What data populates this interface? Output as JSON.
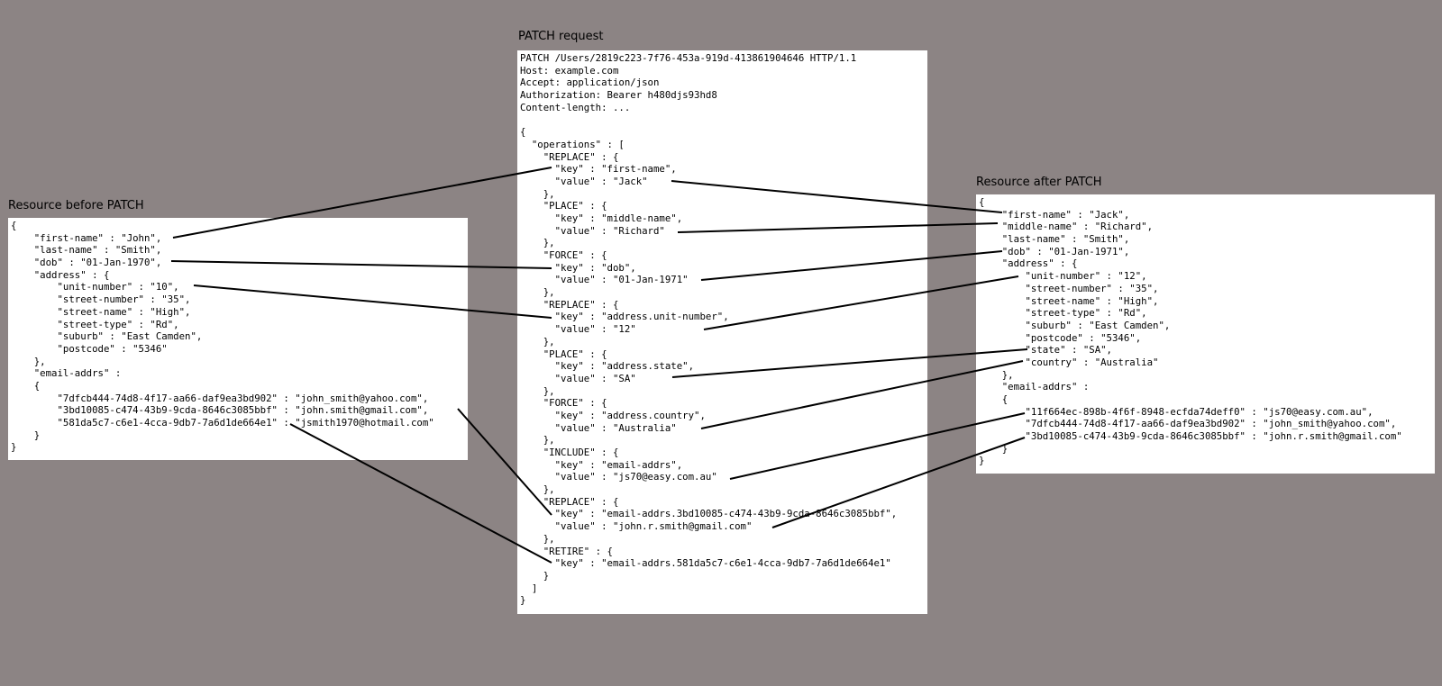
{
  "panels": {
    "before": {
      "title": "Resource before PATCH",
      "lines": [
        "{",
        "    \"first-name\" : \"John\",",
        "    \"last-name\" : \"Smith\",",
        "    \"dob\" : \"01-Jan-1970\",",
        "    \"address\" : {",
        "        \"unit-number\" : \"10\",",
        "        \"street-number\" : \"35\",",
        "        \"street-name\" : \"High\",",
        "        \"street-type\" : \"Rd\",",
        "        \"suburb\" : \"East Camden\",",
        "        \"postcode\" : \"5346\"",
        "    },",
        "    \"email-addrs\" :",
        "    {",
        "        \"7dfcb444-74d8-4f17-aa66-daf9ea3bd902\" : \"john_smith@yahoo.com\",",
        "        \"3bd10085-c474-43b9-9cda-8646c3085bbf\" : \"john.smith@gmail.com\",",
        "        \"581da5c7-c6e1-4cca-9db7-7a6d1de664e1\" : \"jsmith1970@hotmail.com\"",
        "    }",
        "}"
      ]
    },
    "patch": {
      "title": "PATCH request",
      "lines": [
        "PATCH /Users/2819c223-7f76-453a-919d-413861904646 HTTP/1.1",
        "Host: example.com",
        "Accept: application/json",
        "Authorization: Bearer h480djs93hd8",
        "Content-length: ...",
        "",
        "{",
        "  \"operations\" : [",
        "    \"REPLACE\" : {",
        "      \"key\" : \"first-name\",",
        "      \"value\" : \"Jack\"",
        "    },",
        "    \"PLACE\" : {",
        "      \"key\" : \"middle-name\",",
        "      \"value\" : \"Richard\"",
        "    },",
        "    \"FORCE\" : {",
        "      \"key\" : \"dob\",",
        "      \"value\" : \"01-Jan-1971\"",
        "    },",
        "    \"REPLACE\" : {",
        "      \"key\" : \"address.unit-number\",",
        "      \"value\" : \"12\"",
        "    },",
        "    \"PLACE\" : {",
        "      \"key\" : \"address.state\",",
        "      \"value\" : \"SA\"",
        "    },",
        "    \"FORCE\" : {",
        "      \"key\" : \"address.country\",",
        "      \"value\" : \"Australia\"",
        "    },",
        "    \"INCLUDE\" : {",
        "      \"key\" : \"email-addrs\",",
        "      \"value\" : \"js70@easy.com.au\"",
        "    },",
        "    \"REPLACE\" : {",
        "      \"key\" : \"email-addrs.3bd10085-c474-43b9-9cda-8646c3085bbf\",",
        "      \"value\" : \"john.r.smith@gmail.com\"",
        "    },",
        "    \"RETIRE\" : {",
        "      \"key\" : \"email-addrs.581da5c7-c6e1-4cca-9db7-7a6d1de664e1\"",
        "    }",
        "  ]",
        "}"
      ]
    },
    "after": {
      "title": "Resource after PATCH",
      "lines": [
        "{",
        "    \"first-name\" : \"Jack\",",
        "    \"middle-name\" : \"Richard\",",
        "    \"last-name\" : \"Smith\",",
        "    \"dob\" : \"01-Jan-1971\",",
        "    \"address\" : {",
        "        \"unit-number\" : \"12\",",
        "        \"street-number\" : \"35\",",
        "        \"street-name\" : \"High\",",
        "        \"street-type\" : \"Rd\",",
        "        \"suburb\" : \"East Camden\",",
        "        \"postcode\" : \"5346\",",
        "        \"state\" : \"SA\",",
        "        \"country\" : \"Australia\"",
        "    },",
        "    \"email-addrs\" :",
        "    {",
        "        \"11f664ec-898b-4f6f-8948-ecfda74deff0\" : \"js70@easy.com.au\",",
        "        \"7dfcb444-74d8-4f17-aa66-daf9ea3bd902\" : \"john_smith@yahoo.com\",",
        "        \"3bd10085-c474-43b9-9cda-8646c3085bbf\" : \"john.r.smith@gmail.com\"",
        "    }",
        "}"
      ]
    }
  },
  "colors": {
    "background": "#8c8484",
    "panel": "#ffffff",
    "connector": "#000000"
  }
}
